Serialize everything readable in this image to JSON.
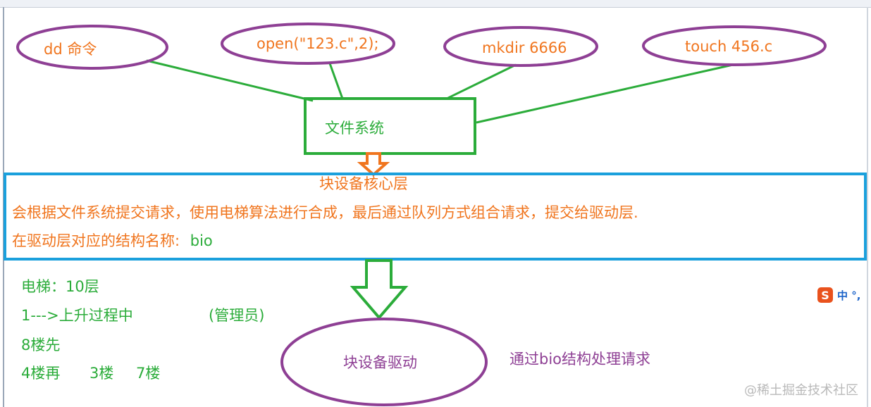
{
  "nodes": {
    "dd": "dd  命令",
    "open": "open(\"123.c\",2);",
    "mkdir": "mkdir 6666",
    "touch": "touch 456.c",
    "fs": "文件系统",
    "block_core_title": "块设备核心层",
    "block_core_line1": "会根据文件系统提交请求，使用电梯算法进行合成，最后通过队列方式组合请求，提交给驱动层.",
    "block_core_line2_prefix": "在驱动层对应的结构名称:",
    "block_core_line2_value": "bio",
    "driver": "块设备驱动",
    "driver_note": "通过bio结构处理请求"
  },
  "notes": {
    "line1": "电梯：10层",
    "line2": "1--->上升过程中",
    "line2_extra": "(管理员)",
    "line3": "8楼先",
    "line4_a": "4楼再",
    "line4_b": "3楼",
    "line4_c": "7楼"
  },
  "ime": {
    "logo": "S",
    "text": "中 °,"
  },
  "watermark": "@稀土掘金技术社区",
  "colors": {
    "orange": "#f0751e",
    "green": "#2bac3a",
    "purple": "#8e3f94",
    "blue": "#1ba0dc"
  }
}
